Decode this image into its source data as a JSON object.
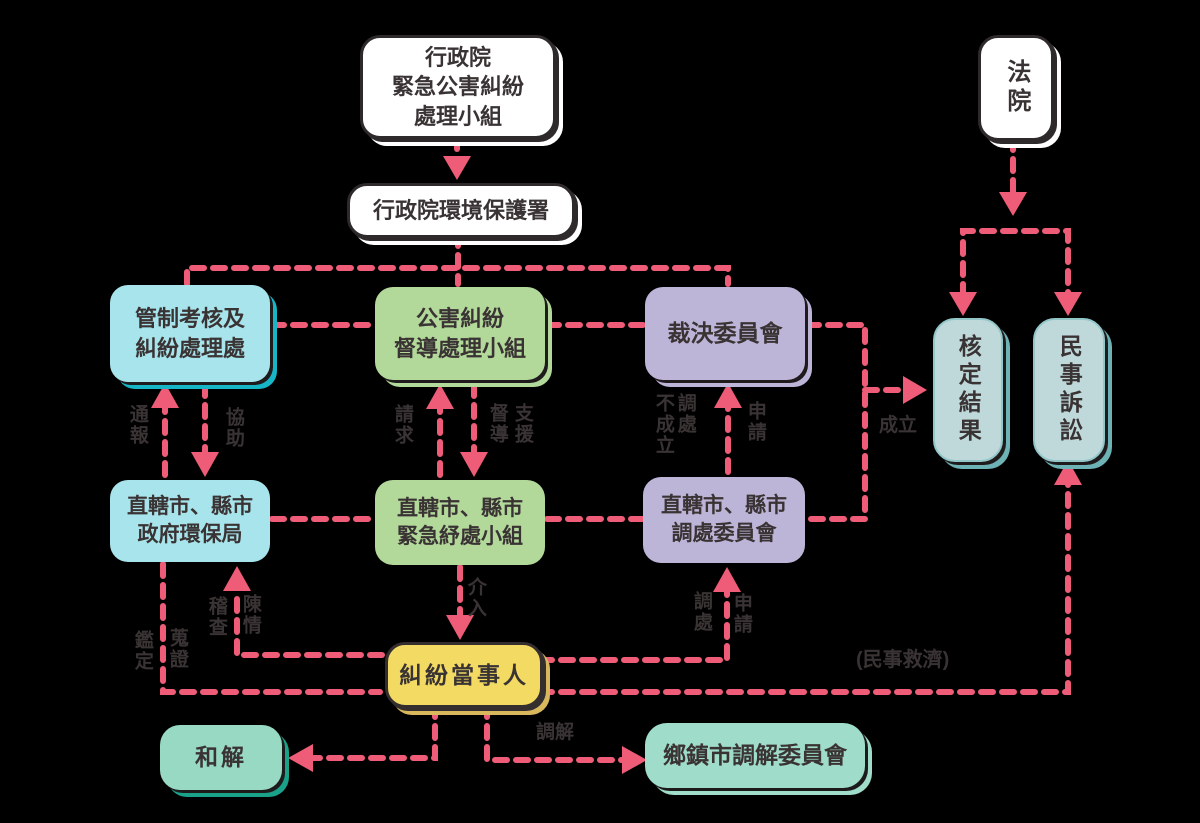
{
  "diagram": {
    "background_color": "#000000",
    "arrow_color": "#ee5c77",
    "text_color": "#3a3334",
    "box_colors": {
      "white": "#ffffff",
      "cyan": "#a8e4ec",
      "cyan_shadow": "#17b6c7",
      "green": "#b2d89a",
      "purple": "#bdb5d8",
      "yellow": "#f3da63",
      "yellow_shadow": "#d9b85d",
      "result_teal": "#bfd9db",
      "result_shadow": "#6db2b5",
      "settlement_teal": "#98d9c4",
      "settlement_shadow": "#1aa189",
      "township_teal": "#9fdcc9"
    }
  },
  "nodes": {
    "executive_team": {
      "text": "行政院\n緊急公害糾紛\n處理小組"
    },
    "epa": {
      "text": "行政院環境保護署"
    },
    "court": {
      "text": "法院"
    },
    "control_dept": {
      "text": "管制考核及\n糾紛處理處"
    },
    "supervision_team": {
      "text": "公害糾紛\n督導處理小組"
    },
    "adjudication_committee": {
      "text": "裁決委員會"
    },
    "local_epb": {
      "text": "直轄市、縣市\n政府環保局"
    },
    "local_emergency_team": {
      "text": "直轄市、縣市\n緊急紓處小組"
    },
    "local_mediation_committee": {
      "text": "直轄市、縣市\n調處委員會"
    },
    "approval_result": {
      "text": "核定結果"
    },
    "civil_litigation": {
      "text": "民事訴訟"
    },
    "dispute_parties": {
      "text": "糾紛當事人"
    },
    "settlement": {
      "text": "和解"
    },
    "township_mediation": {
      "text": "鄉鎮市調解委員會"
    }
  },
  "edge_labels": {
    "report": "通報",
    "assist": "協助",
    "request": "請求",
    "supervise": "督導",
    "support": "支援",
    "mediation_failed": "調處\n不成立",
    "apply_adjudication": "申請",
    "established": "成立",
    "intervene": "介入",
    "inspect": "稽查",
    "petition": "陳情",
    "appraisal": "鑑定",
    "evidence": "蒐證",
    "mediate": "調處",
    "apply_mediation": "申請",
    "civil_relief": "(民事救濟)",
    "mediation": "調解"
  }
}
